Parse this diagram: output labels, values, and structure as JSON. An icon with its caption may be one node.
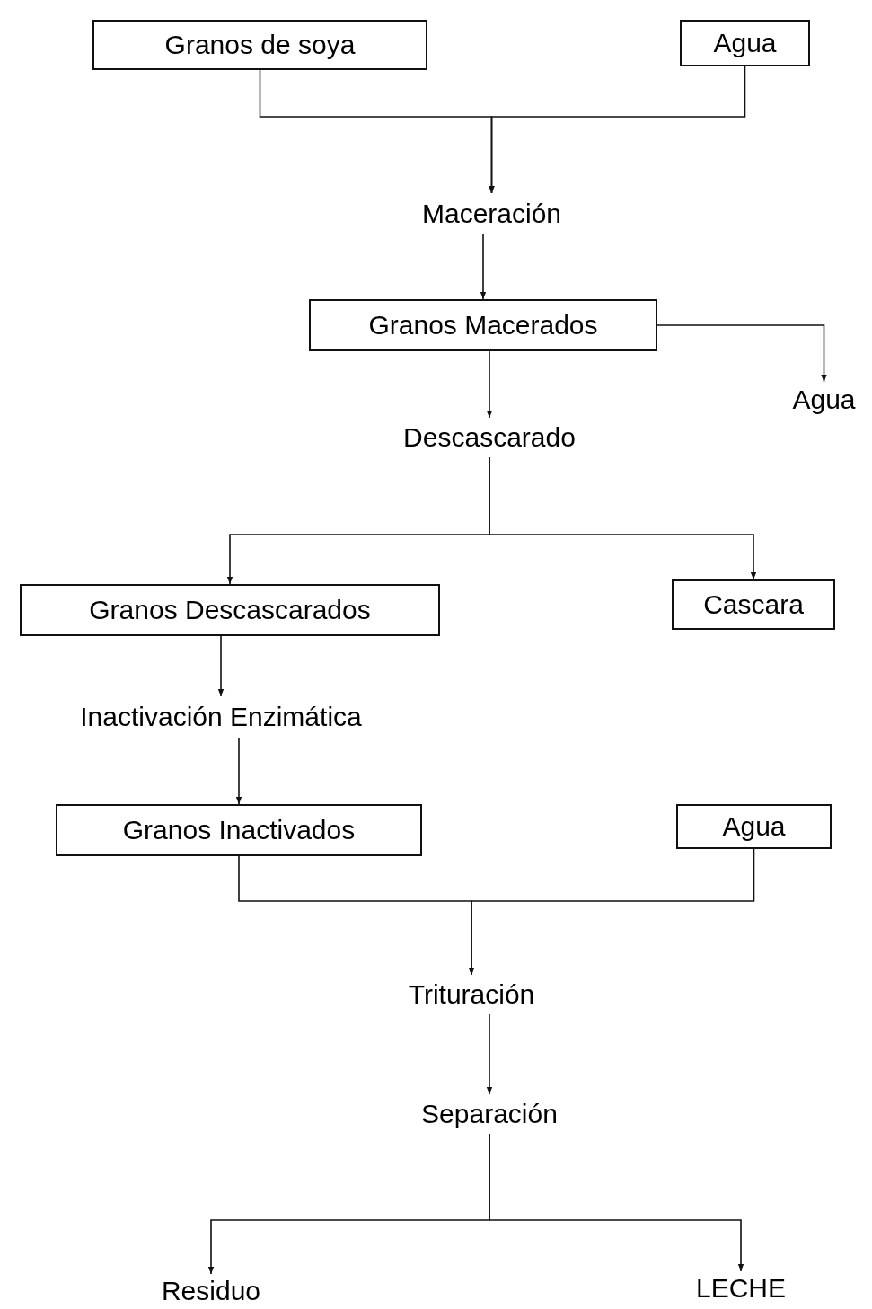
{
  "diagram": {
    "nodes": [
      {
        "text": [
          "Granos de soya"
        ]
      },
      {
        "text": [
          "Agua"
        ]
      },
      {
        "text": [
          "Maceración"
        ]
      },
      {
        "text": [
          "Granos Macerados"
        ]
      },
      {
        "text": [
          "Agua"
        ]
      },
      {
        "text": [
          "Descascarado"
        ]
      },
      {
        "text": [
          "Granos Descascarados"
        ]
      },
      {
        "text": [
          "Cascara"
        ]
      },
      {
        "text": [
          "Inactivación Enzimática"
        ]
      },
      {
        "text": [
          "Granos Inactivados"
        ]
      },
      {
        "text": [
          "Agua"
        ]
      },
      {
        "text": [
          "Trituración"
        ]
      },
      {
        "text": [
          "Separación"
        ]
      },
      {
        "text": [
          "Residuo"
        ]
      },
      {
        "text": [
          "LECHE"
        ]
      }
    ],
    "edges": [
      {
        "from": 0,
        "to": 2,
        "arrow": "to"
      },
      {
        "from": 1,
        "to": 2,
        "arrow": "to"
      },
      {
        "from": 2,
        "to": 3,
        "arrow": "to"
      },
      {
        "from": 3,
        "to": 4,
        "arrow": "to"
      },
      {
        "from": 3,
        "to": 5,
        "arrow": "to"
      },
      {
        "from": 5,
        "to": 6,
        "arrow": "to"
      },
      {
        "from": 5,
        "to": 7,
        "arrow": "to"
      },
      {
        "from": 6,
        "to": 8,
        "arrow": "to"
      },
      {
        "from": 8,
        "to": 9,
        "arrow": "to"
      },
      {
        "from": 9,
        "to": 11,
        "arrow": "to"
      },
      {
        "from": 10,
        "to": 11,
        "arrow": "to"
      },
      {
        "from": 11,
        "to": 12,
        "arrow": "to"
      },
      {
        "from": 12,
        "to": 13,
        "arrow": "to"
      },
      {
        "from": 12,
        "to": 14,
        "arrow": "to"
      }
    ]
  }
}
